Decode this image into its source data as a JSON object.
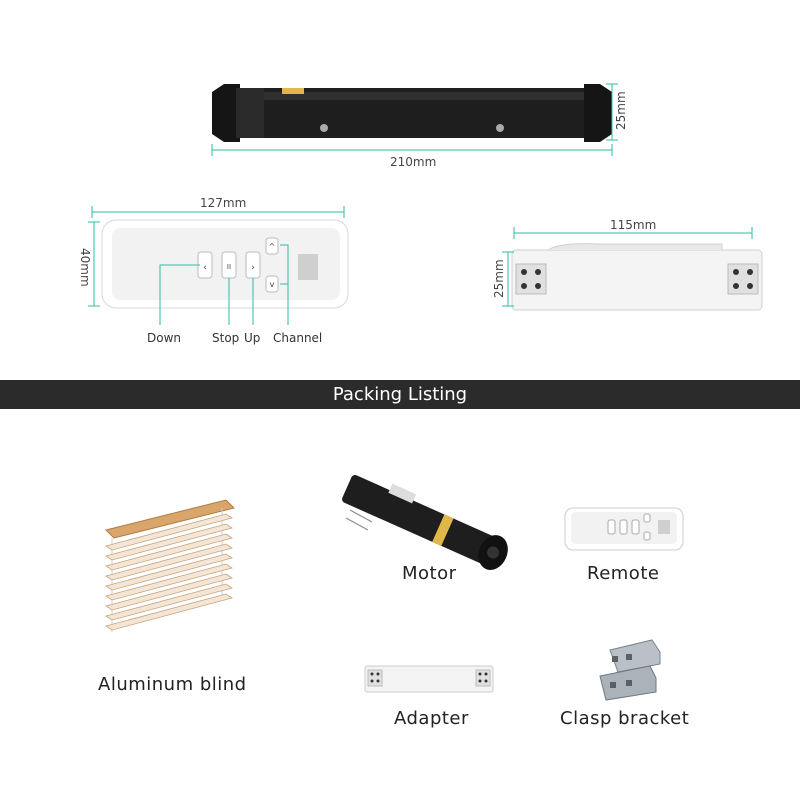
{
  "colors": {
    "dimension_line": "#2bbfa5",
    "banner_bg": "#2b2b2b",
    "banner_text": "#ffffff",
    "motor_body": "#1e1e1e",
    "blind_slat": "#d9a56b"
  },
  "dimensions": {
    "motor_length": "210mm",
    "motor_diameter": "25mm",
    "remote_length": "127mm",
    "remote_height": "40mm",
    "adapter_length": "115mm",
    "adapter_height": "25mm"
  },
  "remote_callouts": {
    "down": "Down",
    "stop": "Stop",
    "up": "Up",
    "channel": "Channel"
  },
  "banner": {
    "title": "Packing Listing"
  },
  "packing_items": {
    "blind": "Aluminum blind",
    "motor": "Motor",
    "remote": "Remote",
    "adapter": "Adapter",
    "clasp": "Clasp bracket"
  }
}
